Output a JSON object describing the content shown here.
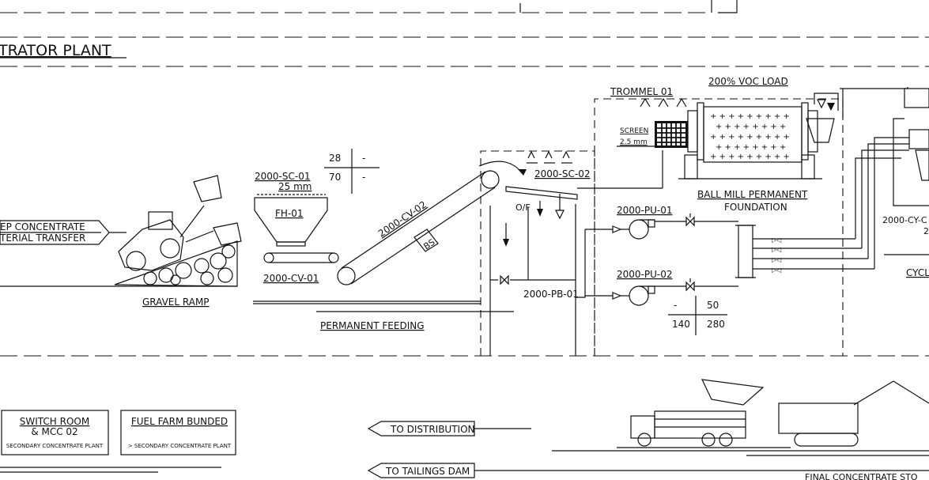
{
  "title": "TRATOR PLANT",
  "labels": {
    "trommel": "TROMMEL 01",
    "voc_load": "200% VOC LOAD",
    "screen_line1": "SCREEN",
    "screen_line2": "2.5 mm",
    "ball_mill_line1": "BALL MILL PERMANENT",
    "ball_mill_line2": "FOUNDATION",
    "sc01": "2000-SC-01",
    "sc01_mesh": "25 mm",
    "fh01": "FH-01",
    "cv01": "2000-CV-01",
    "cv02": "2000-CV-02",
    "bs": "BS",
    "sc02": "2000-SC-02",
    "of": "O/F",
    "pu01": "2000-PU-01",
    "pu02": "2000-PU-02",
    "pb01": "2000-PB-01",
    "gravel_ramp": "GRAVEL RAMP",
    "permanent_feeding": "PERMANENT FEEDING",
    "cy_partial": "2000-CY-C",
    "cy_partial2": "2",
    "cycl_partial": "CYCL",
    "concentrate_line1": "EP CONCENTRATE",
    "concentrate_line2": "TERIAL TRANSFER",
    "switch_room_line1": "SWITCH ROOM",
    "switch_room_line2": "& MCC 02",
    "switch_room_line3": "SECONDARY CONCENTRATE PLANT",
    "fuel_farm_line1": "FUEL FARM BUNDED",
    "fuel_farm_line2": "> SECONDARY CONCENTRATE PLANT",
    "to_distribution": "TO DISTRIBUTION",
    "to_tailings": "TO TAILINGS DAM",
    "final_concentrate": "FINAL CONCENTRATE STO"
  },
  "grid_feeder": {
    "r1c1": "28",
    "r1c2": "-",
    "r2c1": "70",
    "r2c2": "-"
  },
  "grid_pump": {
    "r1c1": "-",
    "r1c2": "50",
    "r2c1": "140",
    "r2c2": "280"
  }
}
